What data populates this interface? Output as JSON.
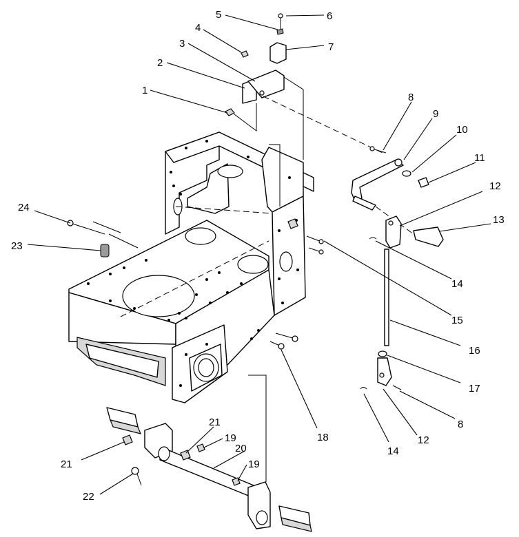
{
  "callouts": [
    {
      "id": "c1",
      "text": "1"
    },
    {
      "id": "c2",
      "text": "2"
    },
    {
      "id": "c3",
      "text": "3"
    },
    {
      "id": "c4",
      "text": "4"
    },
    {
      "id": "c5",
      "text": "5"
    },
    {
      "id": "c6",
      "text": "6"
    },
    {
      "id": "c7",
      "text": "7"
    },
    {
      "id": "c8a",
      "text": "8"
    },
    {
      "id": "c9",
      "text": "9"
    },
    {
      "id": "c10",
      "text": "10"
    },
    {
      "id": "c11",
      "text": "11"
    },
    {
      "id": "c12a",
      "text": "12"
    },
    {
      "id": "c13",
      "text": "13"
    },
    {
      "id": "c14a",
      "text": "14"
    },
    {
      "id": "c15",
      "text": "15"
    },
    {
      "id": "c16",
      "text": "16"
    },
    {
      "id": "c17",
      "text": "17"
    },
    {
      "id": "c8b",
      "text": "8"
    },
    {
      "id": "c12b",
      "text": "12"
    },
    {
      "id": "c14b",
      "text": "14"
    },
    {
      "id": "c18",
      "text": "18"
    },
    {
      "id": "c19a",
      "text": "19"
    },
    {
      "id": "c21a",
      "text": "21"
    },
    {
      "id": "c20",
      "text": "20"
    },
    {
      "id": "c19b",
      "text": "19"
    },
    {
      "id": "c21b",
      "text": "21"
    },
    {
      "id": "c22",
      "text": "22"
    },
    {
      "id": "c23",
      "text": "23"
    },
    {
      "id": "c24",
      "text": "24"
    }
  ]
}
